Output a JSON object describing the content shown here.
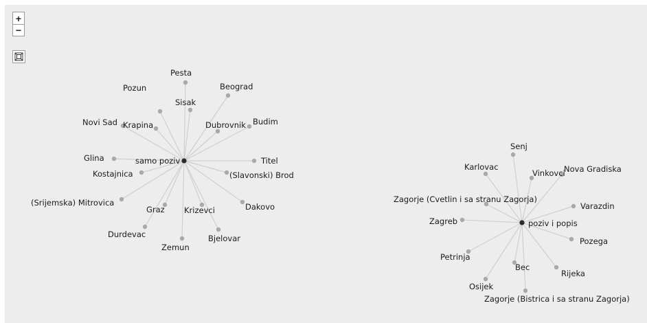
{
  "controls": {
    "zoom_in_label": "+",
    "zoom_out_label": "−",
    "fit_icon": "fit-to-screen-icon"
  },
  "colors": {
    "background": "#ededed",
    "edge": "#cfcfcf",
    "leaf_node": "#a9a9a9",
    "hub_node": "#2b2b2b"
  },
  "graph": {
    "clusters": [
      {
        "hub": "samo poziv",
        "leaves": [
          "Pesta",
          "Pozun",
          "Beograd",
          "Sisak",
          "Novi Sad",
          "Krapina",
          "Dubrovnik",
          "Budim",
          "Glina",
          "Titel",
          "Kostajnica",
          "(Slavonski) Brod",
          "(Srijemska) Mitrovica",
          "Graz",
          "Krizevci",
          "Dakovo",
          "Durdevac",
          "Bjelovar",
          "Zemun"
        ]
      },
      {
        "hub": "poziv i popis",
        "leaves": [
          "Senj",
          "Karlovac",
          "Vinkovci",
          "Nova Gradiska",
          "Zagorje (Cvetlin i sa stranu Zagorja)",
          "Varazdin",
          "Zagreb",
          "Pozega",
          "Petrinja",
          "Bec",
          "Rijeka",
          "Osijek",
          "Zagorje (Bistrica i sa stranu Zagorja)"
        ]
      }
    ]
  }
}
